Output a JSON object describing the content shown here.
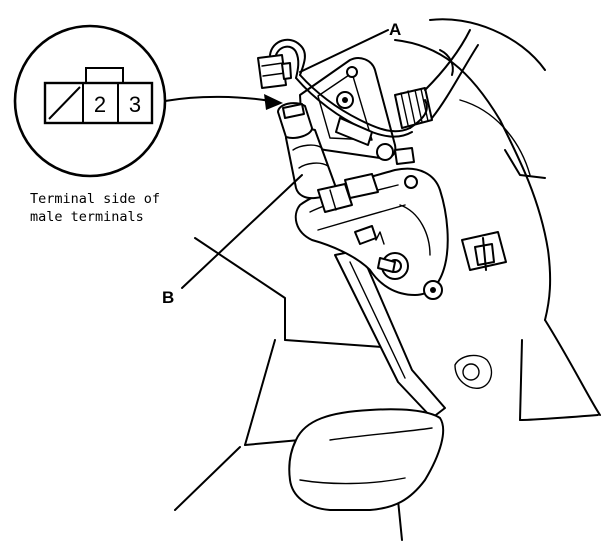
{
  "callouts": {
    "a": "A",
    "b": "B"
  },
  "connector": {
    "terminals": [
      "2",
      "3"
    ]
  },
  "caption": {
    "line1": "Terminal side of",
    "line2": "male terminals"
  }
}
